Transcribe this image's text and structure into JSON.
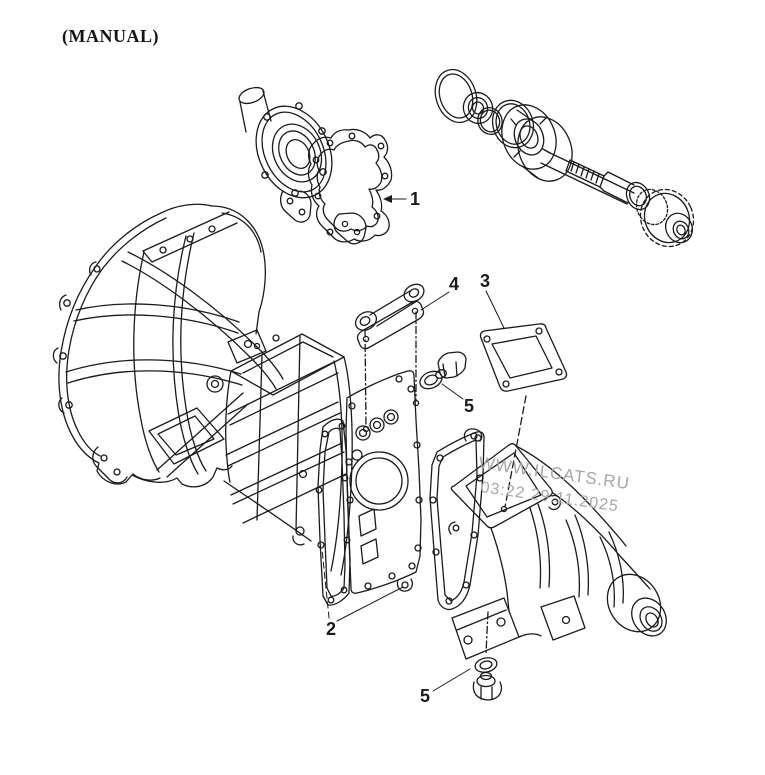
{
  "page": {
    "heading": "(MANUAL)"
  },
  "watermark": {
    "site": "WWW.ILCATS.RU",
    "timestamp": "03:22 29.11.2025",
    "color": "#a6a6a6"
  },
  "callouts": {
    "part1": "1",
    "part2": "2",
    "part3": "3",
    "part4": "4",
    "part5_plug": "5",
    "part5_drain": "5"
  },
  "colors": {
    "ink": "#1b1b1b",
    "background": "#ffffff"
  }
}
